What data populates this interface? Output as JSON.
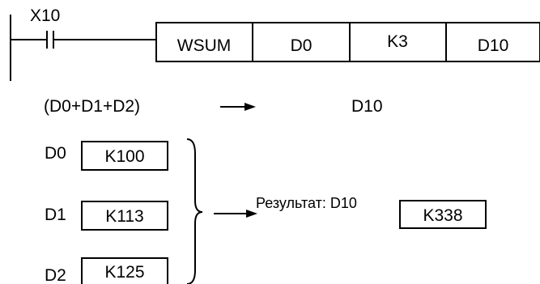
{
  "ladder": {
    "contact_label": "X10",
    "instruction": {
      "mnemonic": "WSUM",
      "source": "D0",
      "count": "K3",
      "destination": "D10"
    }
  },
  "operation": {
    "expression": "(D0+D1+D2)",
    "target": "D10"
  },
  "registers": [
    {
      "name": "D0",
      "value": "K100"
    },
    {
      "name": "D1",
      "value": "K113"
    },
    {
      "name": "D2",
      "value": "K125"
    }
  ],
  "result": {
    "label": "Результат: D10",
    "value": "K338"
  }
}
